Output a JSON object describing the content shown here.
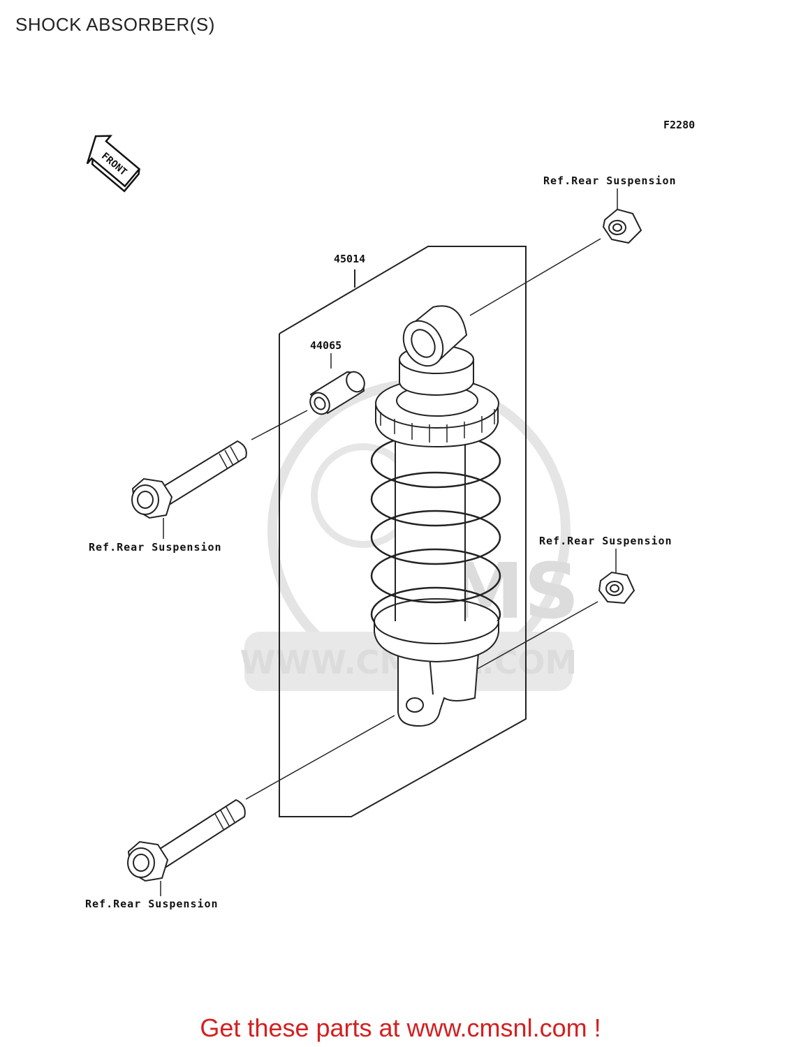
{
  "page": {
    "title": "SHOCK ABSORBER(S)",
    "figure_code": "F2280",
    "front_label": "FRONT"
  },
  "parts": {
    "shock_assembly": "45014",
    "collar": "44065"
  },
  "refs": {
    "top_nut": "Ref.Rear Suspension",
    "upper_bolt": "Ref.Rear Suspension",
    "lower_nut": "Ref.Rear Suspension",
    "lower_bolt": "Ref.Rear Suspension"
  },
  "watermark": {
    "url_text": "WWW.CMSNL.COM",
    "logo_text": "CMS"
  },
  "promo": {
    "text": "Get these parts at www.cmsnl.com !"
  }
}
